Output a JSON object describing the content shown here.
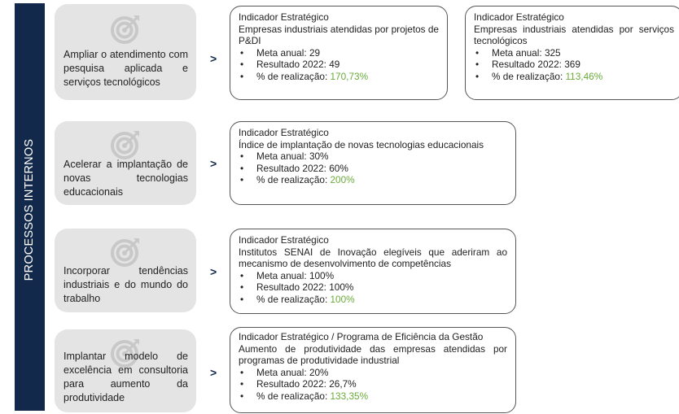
{
  "sidebar": {
    "label": "PROCESSOS INTERNOS"
  },
  "arrow_glyph": ">",
  "objectives": [
    {
      "text": "Ampliar o atendimento com pesquisa aplicada e serviços tecnológicos",
      "icon": "target-icon"
    },
    {
      "text": "Acelerar a implantação de novas tecnologias educacionais",
      "icon": "target-icon"
    },
    {
      "text": "Incorporar tendências industriais e do mundo do trabalho",
      "icon": "target-icon"
    },
    {
      "text": "Implantar modelo de excelência em consultoria para aumento da produtividade",
      "icon": "target-icon"
    }
  ],
  "indicators": [
    {
      "title": "Indicador Estratégico",
      "description": "Empresas industriais atendidas por projetos de P&DI",
      "meta_label": "Meta anual: ",
      "meta": "29",
      "result_label": "Resultado 2022:  ",
      "result": "49",
      "pct_label": "% de realização: ",
      "pct": "170,73%"
    },
    {
      "title": "Indicador Estratégico",
      "description": "Empresas industriais atendidas por serviços tecnológicos",
      "meta_label": "Meta anual: ",
      "meta": "325",
      "result_label": "Resultado 2022:  ",
      "result": "369",
      "pct_label": "% de realização: ",
      "pct": "113,46%"
    },
    {
      "title": "Indicador Estratégico",
      "description": "Índice de implantação de novas tecnologias educacionais",
      "meta_label": "Meta anual: ",
      "meta": "30%",
      "result_label": "Resultado 2022:  ",
      "result": "60%",
      "pct_label": "% de realização: ",
      "pct": "200%"
    },
    {
      "title": "Indicador Estratégico",
      "description": "Institutos SENAI de Inovação elegíveis que aderiram ao mecanismo de desenvolvimento de competências",
      "meta_label": "Meta anual: ",
      "meta": "100%",
      "result_label": "Resultado 2022:  ",
      "result": "100%",
      "pct_label": "% de realização: ",
      "pct": "100%"
    },
    {
      "title": "Indicador Estratégico / Programa de Eficiência da Gestão",
      "description": "Aumento de produtividade das empresas atendidas por programas de produtividade industrial",
      "meta_label": "Meta anual: ",
      "meta": "20%",
      "result_label": "Resultado 2022:  ",
      "result": "26,7%",
      "pct_label": "% de realização: ",
      "pct": "133,35%"
    }
  ],
  "colors": {
    "sidebar": "#13294b",
    "objective_bg": "#e4e4e4",
    "highlight": "#6aab3a",
    "icon": "#c8c8c8"
  }
}
